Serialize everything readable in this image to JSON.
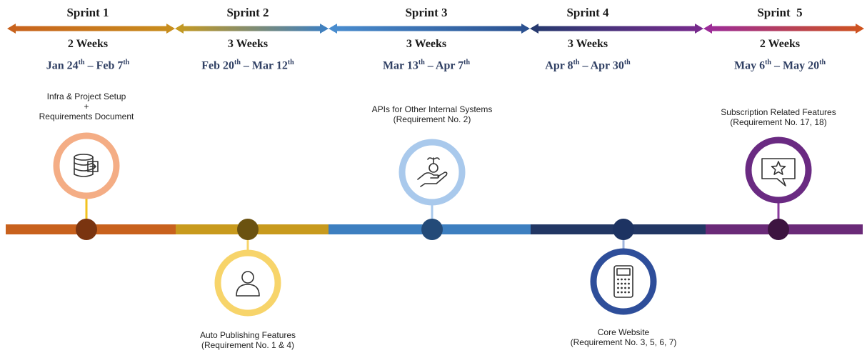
{
  "sprints": [
    {
      "title": "Sprint 1",
      "duration": "2 Weeks",
      "start": "Jan 24",
      "start_sup": "th",
      "end": "Feb 7",
      "end_sup": "th",
      "color_from": "#c8611d",
      "color_to": "#c88f1d"
    },
    {
      "title": "Sprint 2",
      "duration": "3 Weeks",
      "start": "Feb 20",
      "start_sup": "th",
      "end": "Mar 12",
      "end_sup": "th",
      "color_from": "#c89a1d",
      "color_to": "#3b7fc4"
    },
    {
      "title": "Sprint 3",
      "duration": "3 Weeks",
      "start": "Mar 13",
      "start_sup": "th",
      "end": "Apr 7",
      "end_sup": "th",
      "color_from": "#4a8ed0",
      "color_to": "#2a4f8e"
    },
    {
      "title": "Sprint  5",
      "duration": "2 Weeks",
      "start": "May 6",
      "start_sup": "th",
      "end": "May 20",
      "end_sup": "th",
      "color_from": "#9a2a9c",
      "color_to": "#d0541c"
    },
    {
      "title": "Sprint 4",
      "duration": "3 Weeks",
      "start": "Apr 8",
      "start_sup": "th",
      "end": "Apr 30",
      "end_sup": "th",
      "color_from": "#243a6e",
      "color_to": "#7a2a8e"
    }
  ],
  "timeline_colors": [
    "#c8611d",
    "#c89a1d",
    "#3d7fc0",
    "#223764",
    "#6a2a78"
  ],
  "milestones": [
    {
      "lines": [
        "Infra & Project Setup",
        "+",
        "Requirements Document"
      ],
      "icon": "database-export-icon",
      "ring_color": "#f4ad85",
      "dot_color": "#7a3410",
      "stem_color": "#f2c21e"
    },
    {
      "lines": [
        "Auto Publishing Features",
        "(Requirement No. 1 & 4)"
      ],
      "icon": "user-icon",
      "ring_color": "#f7d46a",
      "dot_color": "#6b5210",
      "stem_color": "#f7d46a"
    },
    {
      "lines": [
        "APIs for Other Internal Systems",
        "(Requirement No. 2)"
      ],
      "icon": "hand-coin-icon",
      "ring_color": "#a9c9ec",
      "dot_color": "#234a78",
      "stem_color": "#a9c9ec"
    },
    {
      "lines": [
        "Core Website",
        "(Requirement No. 3, 5, 6, 7)"
      ],
      "icon": "calculator-icon",
      "ring_color": "#2e4e9a",
      "dot_color": "#1d3362",
      "stem_color": "#9fb4dc"
    },
    {
      "lines": [
        "Subscription Related Features",
        "(Requirement No. 17, 18)"
      ],
      "icon": "star-speech-icon",
      "ring_color": "#6a2a82",
      "dot_color": "#3d1440",
      "stem_color": "#8a3a9e"
    }
  ]
}
